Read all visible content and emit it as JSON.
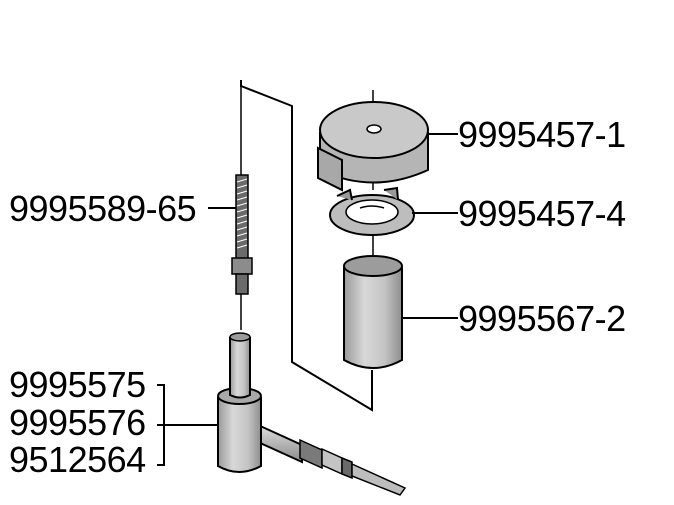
{
  "labels": {
    "cap": "9995457-1",
    "collet": "9995457-4",
    "sleeve": "9995567-2",
    "stud": "9995589-65",
    "tool_a": "9995575",
    "tool_b": "9995576",
    "tool_c": "9512564"
  }
}
